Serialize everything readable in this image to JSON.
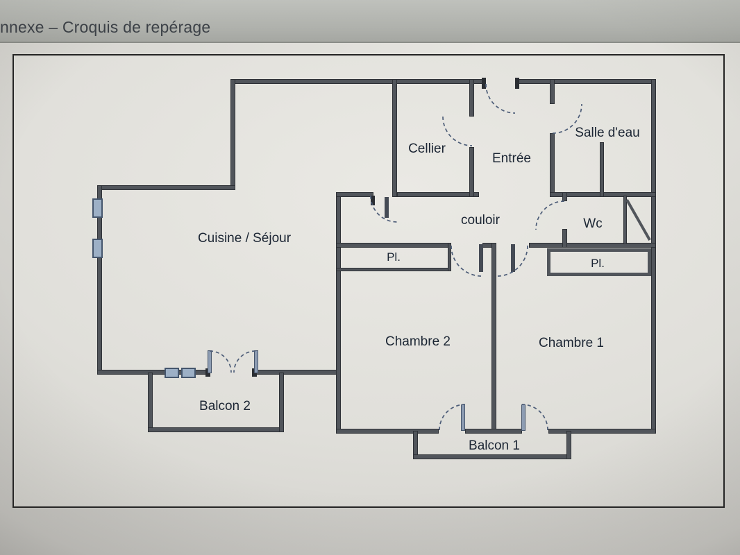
{
  "header": {
    "title": "nnexe – Croquis de repérage"
  },
  "plan": {
    "rooms": [
      {
        "id": "cuisine-sejour",
        "label": "Cuisine / Séjour"
      },
      {
        "id": "cellier",
        "label": "Cellier"
      },
      {
        "id": "entree",
        "label": "Entrée"
      },
      {
        "id": "salle-d-eau",
        "label": "Salle d'eau"
      },
      {
        "id": "couloir",
        "label": "couloir"
      },
      {
        "id": "wc",
        "label": "Wc"
      },
      {
        "id": "placard-chambre-2",
        "label": "Pl."
      },
      {
        "id": "placard-chambre-1",
        "label": "Pl."
      },
      {
        "id": "chambre-2",
        "label": "Chambre 2"
      },
      {
        "id": "chambre-1",
        "label": "Chambre 1"
      },
      {
        "id": "balcon-2",
        "label": "Balcon 2"
      },
      {
        "id": "balcon-1",
        "label": "Balcon 1"
      }
    ]
  },
  "colors": {
    "wall": "#51555b",
    "wall_edge": "#2e3136",
    "door_arc": "#4d5d78",
    "window": "#9db0c6",
    "frame_border": "#232323",
    "header_text": "#3c4147",
    "label_text": "#1b2533"
  }
}
